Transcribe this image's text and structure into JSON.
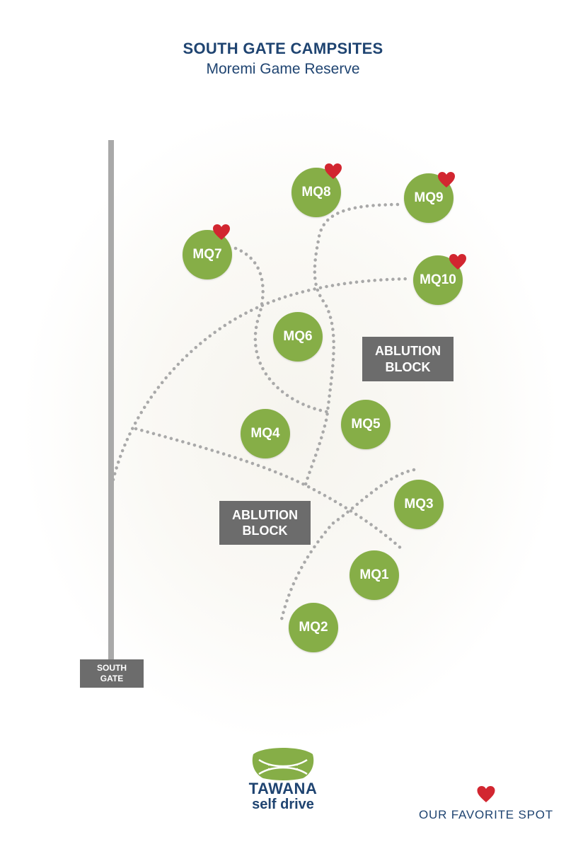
{
  "header": {
    "title": "SOUTH GATE CAMPSITES",
    "subtitle": "Moremi Game Reserve"
  },
  "campsites": [
    {
      "label": "MQ1",
      "favorite": false
    },
    {
      "label": "MQ2",
      "favorite": false
    },
    {
      "label": "MQ3",
      "favorite": false
    },
    {
      "label": "MQ4",
      "favorite": false
    },
    {
      "label": "MQ5",
      "favorite": false
    },
    {
      "label": "MQ6",
      "favorite": false
    },
    {
      "label": "MQ7",
      "favorite": true
    },
    {
      "label": "MQ8",
      "favorite": true
    },
    {
      "label": "MQ9",
      "favorite": true
    },
    {
      "label": "MQ10",
      "favorite": true
    }
  ],
  "ablution_blocks": [
    {
      "line1": "ABLUTION",
      "line2": "BLOCK"
    },
    {
      "line1": "ABLUTION",
      "line2": "BLOCK"
    }
  ],
  "gate": {
    "line1": "SOUTH",
    "line2": "GATE"
  },
  "logo": {
    "name": "TAWANA",
    "tagline": "self drive"
  },
  "legend": {
    "favorite_label": "OUR FAVORITE SPOT",
    "icon": "heart-icon"
  },
  "colors": {
    "campsite": "#86ae47",
    "favorite": "#d22630",
    "block": "#6c6c6c",
    "road": "#a9a9a9",
    "text": "#1f4471"
  }
}
